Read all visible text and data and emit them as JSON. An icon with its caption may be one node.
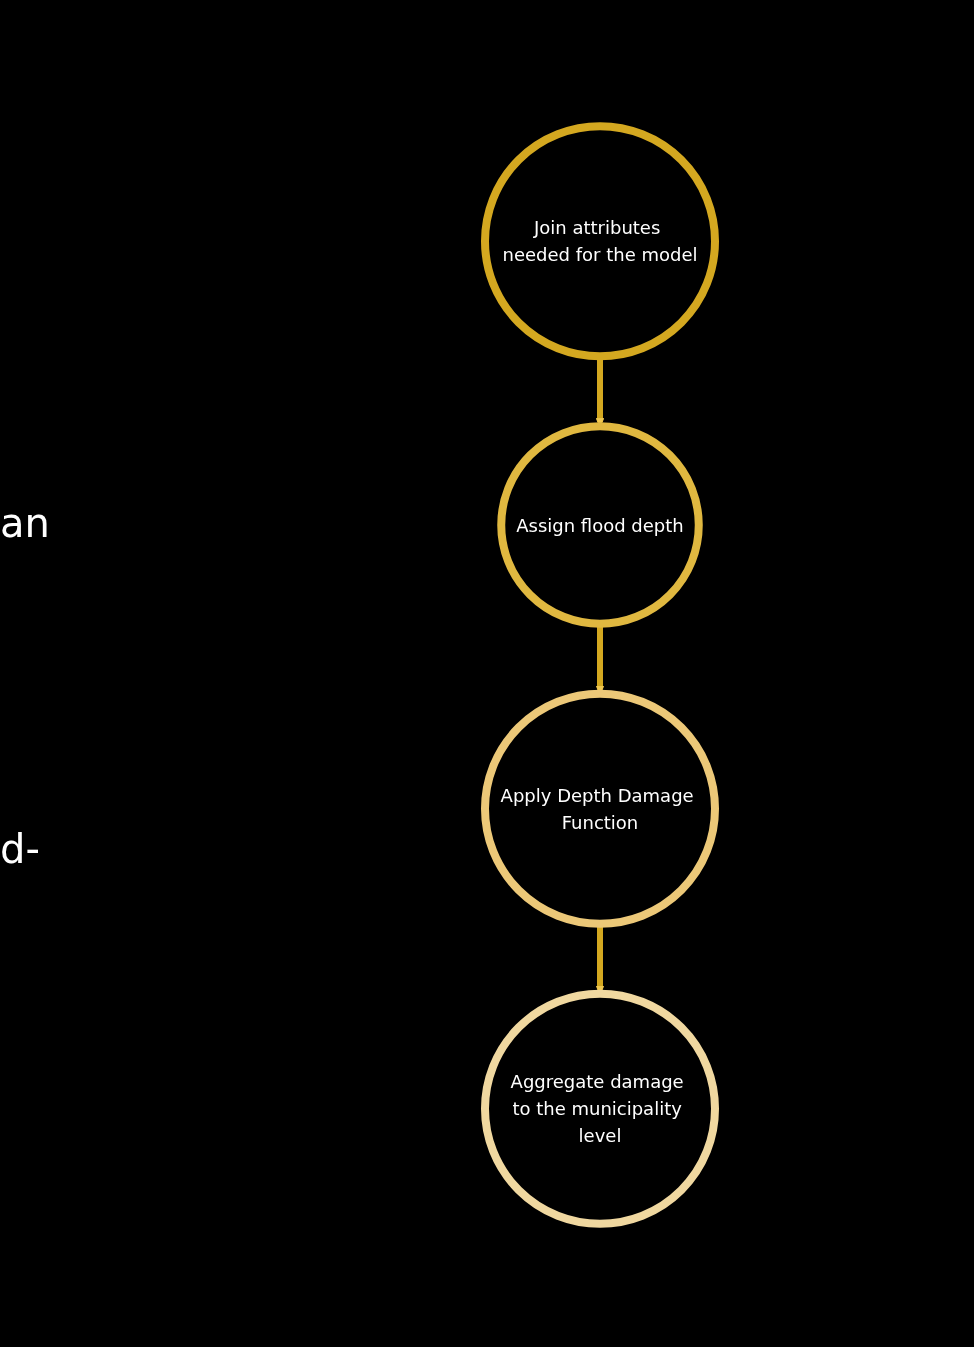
{
  "diagram": {
    "nodes": [
      {
        "text": [
          "Join attributes needed for the model"
        ]
      },
      {
        "text": [
          "Assign flood depth"
        ]
      },
      {
        "text": [
          "Apply Depth Damage Function"
        ]
      },
      {
        "text": [
          "Aggregate damage to the municipality level"
        ]
      }
    ],
    "edges": [
      {
        "from": 0,
        "to": 1,
        "arrow": "to"
      },
      {
        "from": 1,
        "to": 2,
        "arrow": "to"
      },
      {
        "from": 2,
        "to": 3,
        "arrow": "to"
      }
    ],
    "labels": [
      "an",
      "d-"
    ]
  }
}
